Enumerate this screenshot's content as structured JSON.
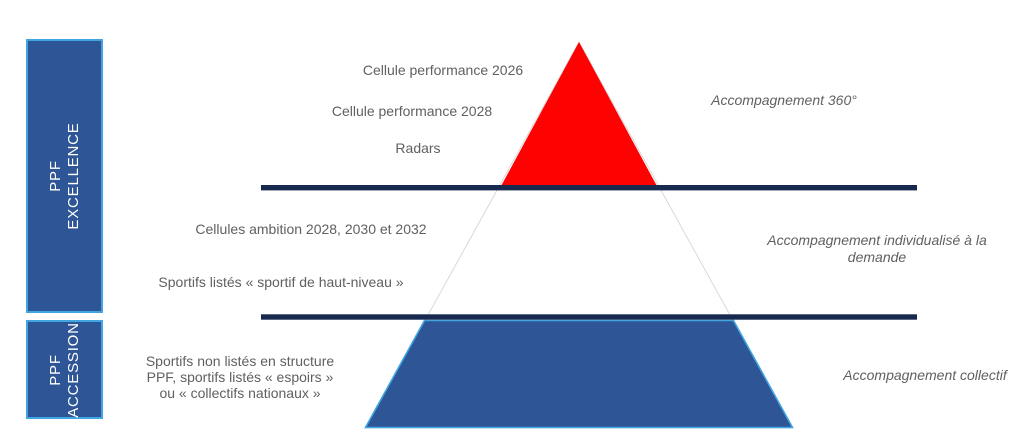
{
  "colors": {
    "background": "#FFFFFF",
    "red": "#FE0202",
    "blue": "#2E5596",
    "light_blue_border": "#41A5E1",
    "navy_line": "#17294F",
    "outline_gray": "#D9D9DE",
    "text_gray": "#606060",
    "sidebar_text": "#FFFFFF"
  },
  "sidebar": {
    "excellence": {
      "line1": "PPF",
      "line2": "EXCELLENCE"
    },
    "accession": {
      "line1": "PPF",
      "line2": "ACCESSION"
    }
  },
  "tiers": [
    {
      "name": "excellence-top",
      "left_labels": [
        "Cellule performance 2026",
        "Cellule performance 2028",
        "Radars"
      ],
      "right_label": "Accompagnement 360°"
    },
    {
      "name": "excellence-middle",
      "left_labels": [
        "Cellules ambition 2028, 2030 et 2032",
        "Sportifs listés « sportif de haut-niveau »"
      ],
      "right_label": "Accompagnement individualisé à la demande"
    },
    {
      "name": "accession-bottom",
      "left_labels": [
        "Sportifs non listés en structure",
        "PPF, sportifs listés « espoirs »",
        "ou « collectifs nationaux »"
      ],
      "right_label": "Accompagnement collectif"
    }
  ]
}
